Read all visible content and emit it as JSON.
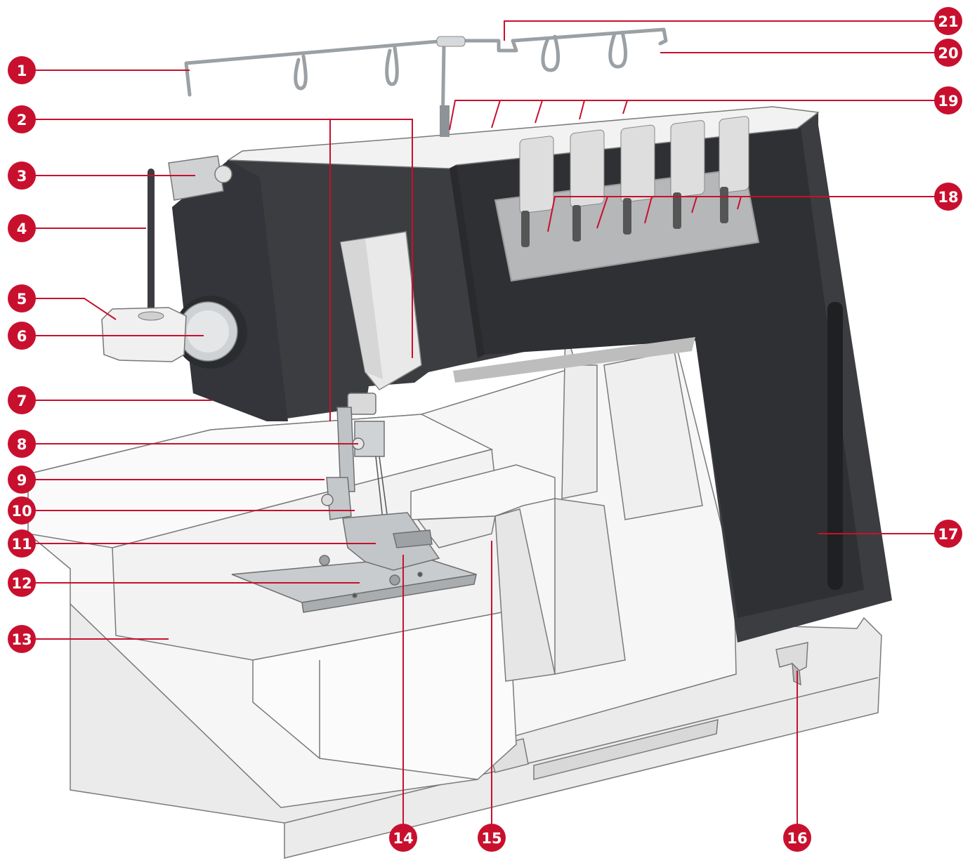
{
  "diagram": {
    "subject": "serger / coverstitch sewing machine overview",
    "colors": {
      "callout": "#c8102e",
      "body_dark": "#3a3b3e",
      "body_light": "#f4f4f4",
      "outline": "#6f6f6f",
      "metal": "#bfc3c6"
    }
  },
  "callouts": [
    {
      "id": "c1",
      "label": "1"
    },
    {
      "id": "c2",
      "label": "2"
    },
    {
      "id": "c3",
      "label": "3"
    },
    {
      "id": "c4",
      "label": "4"
    },
    {
      "id": "c5",
      "label": "5"
    },
    {
      "id": "c6",
      "label": "6"
    },
    {
      "id": "c7",
      "label": "7"
    },
    {
      "id": "c8",
      "label": "8"
    },
    {
      "id": "c9",
      "label": "9"
    },
    {
      "id": "c10",
      "label": "10"
    },
    {
      "id": "c11",
      "label": "11"
    },
    {
      "id": "c12",
      "label": "12"
    },
    {
      "id": "c13",
      "label": "13"
    },
    {
      "id": "c14",
      "label": "14"
    },
    {
      "id": "c15",
      "label": "15"
    },
    {
      "id": "c16",
      "label": "16"
    },
    {
      "id": "c17",
      "label": "17"
    },
    {
      "id": "c18",
      "label": "18"
    },
    {
      "id": "c19",
      "label": "19"
    },
    {
      "id": "c20",
      "label": "20"
    },
    {
      "id": "c21",
      "label": "21"
    }
  ]
}
